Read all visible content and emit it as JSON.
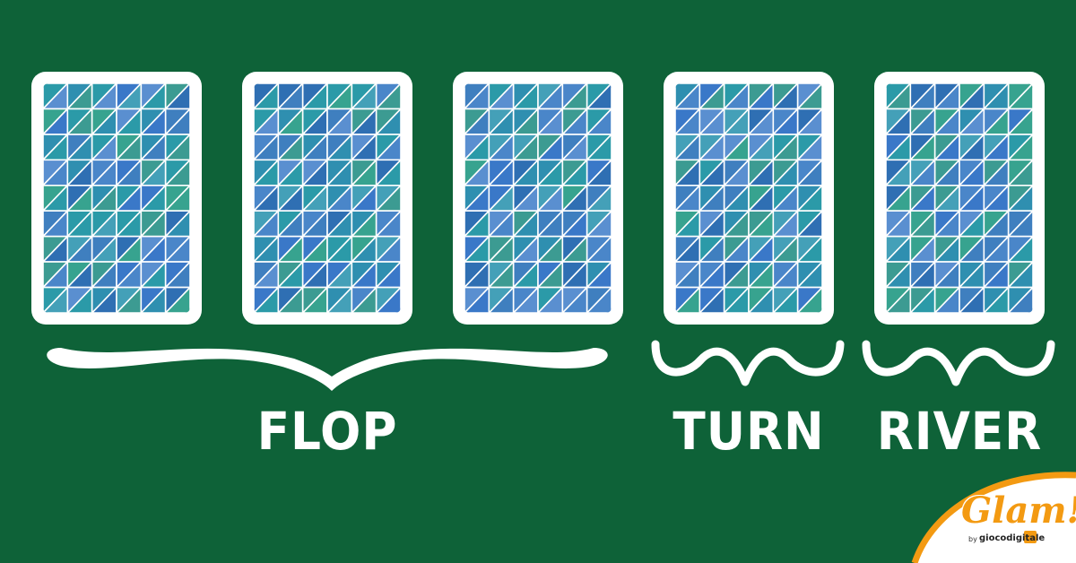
{
  "colors": {
    "table_felt": "#0e6238",
    "card_frame": "#ffffff",
    "tile_palette": [
      "#3a78c8",
      "#2f8fb0",
      "#3c9b92",
      "#4a86c9",
      "#2b9aa8",
      "#5a8fd0",
      "#37a38f",
      "#2f6fb3",
      "#44a0b8",
      "#3f7fbf"
    ],
    "label_text": "#ffffff",
    "logo_accent": "#f39a12"
  },
  "cards": [
    {
      "name": "card-1",
      "group": "flop"
    },
    {
      "name": "card-2",
      "group": "flop"
    },
    {
      "name": "card-3",
      "group": "flop"
    },
    {
      "name": "card-4",
      "group": "turn"
    },
    {
      "name": "card-5",
      "group": "river"
    }
  ],
  "labels": {
    "flop": "FLOP",
    "turn": "TURN",
    "river": "RIVER"
  },
  "logo": {
    "word": "Glam!",
    "by": "by",
    "brand": "giocodigitale"
  }
}
